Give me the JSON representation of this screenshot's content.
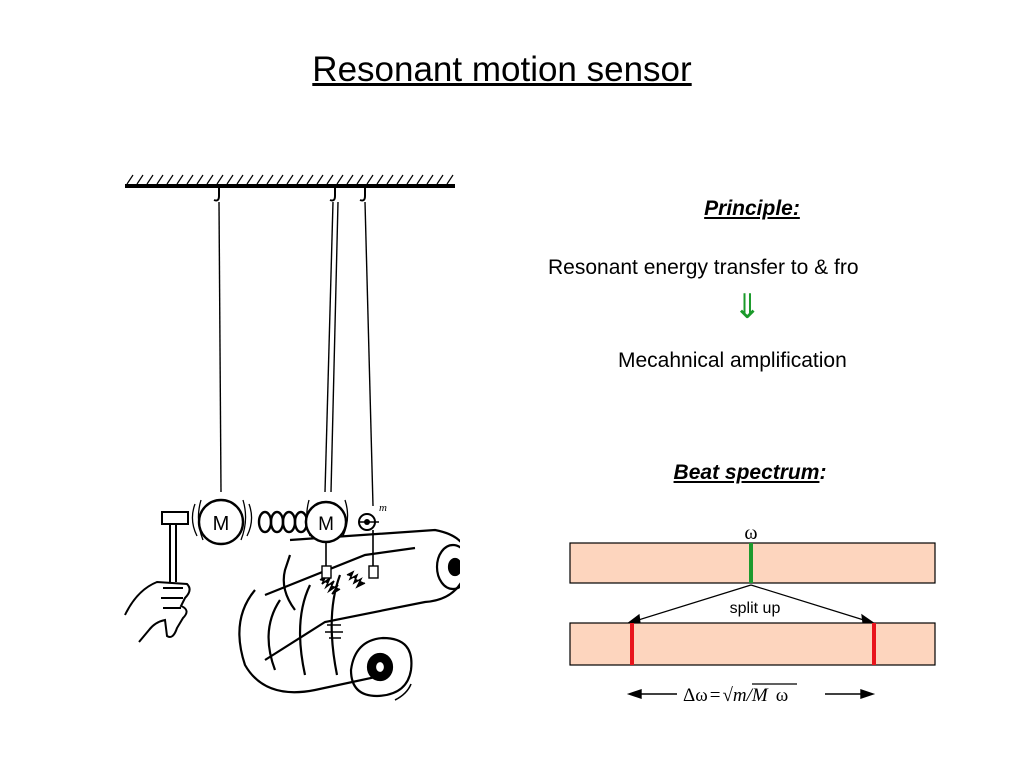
{
  "title": "Resonant motion sensor",
  "apparatus": {
    "mass_large_label": "M",
    "mass_small_label": "m"
  },
  "principle": {
    "heading": "Principle:",
    "line1": "Resonant energy transfer to & fro",
    "arrow_icon": "double-down-arrow-icon",
    "line2": "Mecahnical amplification"
  },
  "beat_spectrum": {
    "heading": "Beat spectrum",
    "heading_colon": ":",
    "omega_label": "ω",
    "split_label": "split up",
    "formula": {
      "delta_omega": "Δω",
      "equals": "=",
      "sqrt_arg": "m/M",
      "omega": "ω"
    },
    "colors": {
      "band": "#fdd5be",
      "single_line": "#1c9a2e",
      "split_lines": "#e8141c"
    }
  }
}
